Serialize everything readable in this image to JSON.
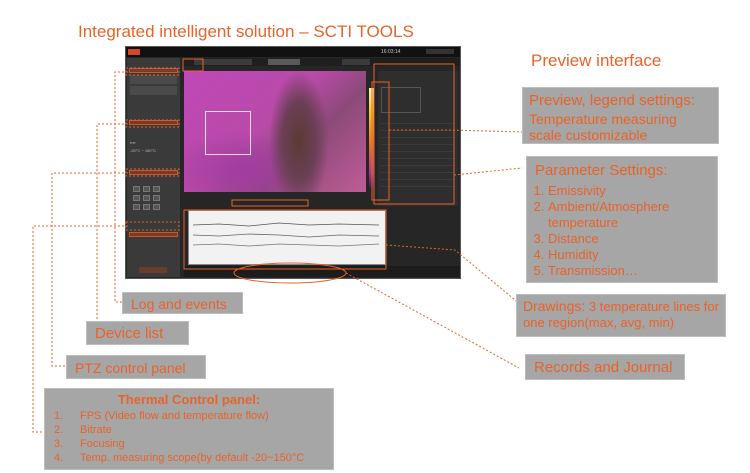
{
  "title": "Integrated intelligent solution – SCTI TOOLS",
  "preview_title": "Preview interface",
  "callouts": {
    "legend": {
      "heading": "Preview, legend settings:",
      "body": "Temperature measuring scale customizable"
    },
    "parameters": {
      "heading": "Parameter Settings:",
      "items": [
        "Emissivity",
        "Ambient/Atmosphere temperature",
        "Distance",
        "Humidity",
        "Transmission…"
      ]
    },
    "drawings": {
      "heading": "Drawings:",
      "body": "3 temperature lines for one region(max, avg, min)"
    },
    "records": {
      "label": "Records and Journal"
    },
    "log": {
      "label": "Log and events"
    },
    "device_list": {
      "label": "Device list"
    },
    "ptz": {
      "label": "PTZ control panel"
    },
    "thermal": {
      "heading": "Thermal Control panel:",
      "items": [
        {
          "num": "1.",
          "text": "FPS (Video flow and temperature flow)"
        },
        {
          "num": "2.",
          "text": "Bitrate"
        },
        {
          "num": "3.",
          "text": "Focusing"
        },
        {
          "num": "4.",
          "text": "Temp. measuring scope(by default -20~150°C"
        }
      ]
    }
  },
  "screenshot": {
    "time": "16:03:14",
    "temp_range": "-20°C ~ 150°C",
    "accent": "#e8632a",
    "orange_marks": [
      "…"
    ]
  }
}
